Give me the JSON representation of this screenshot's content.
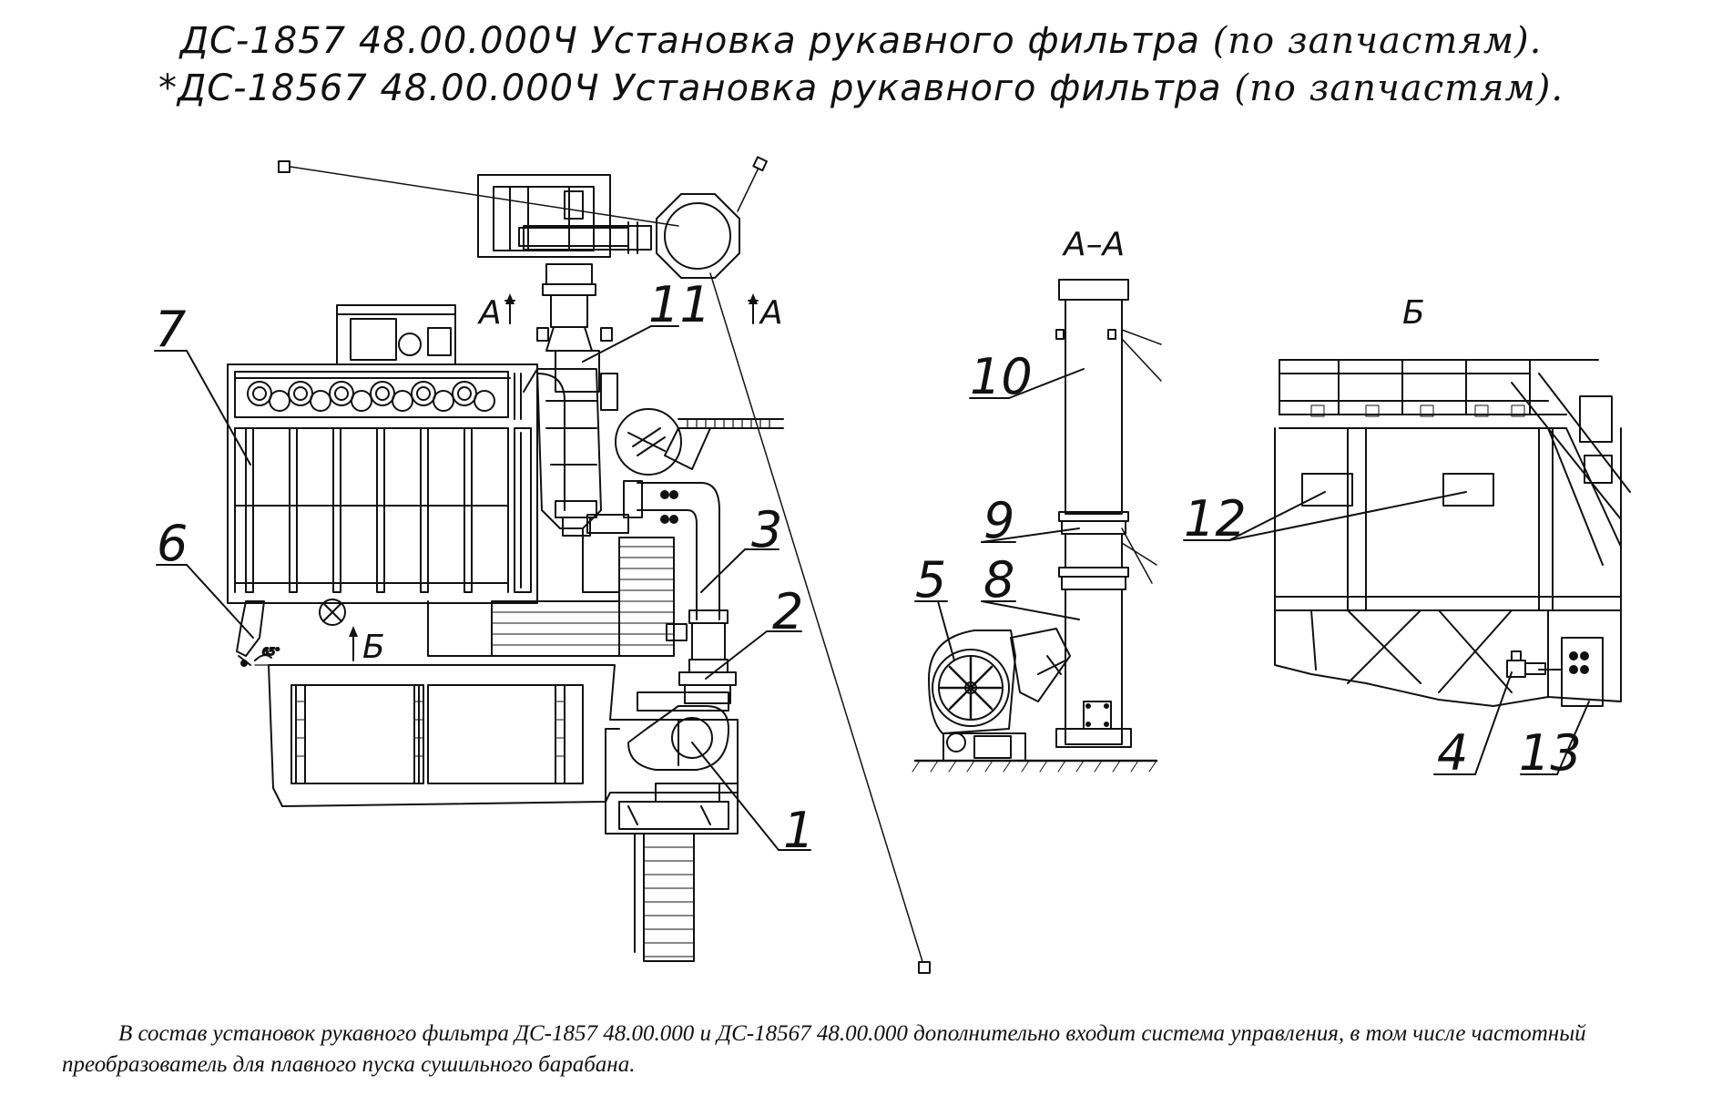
{
  "titles": {
    "line1_code": "ДС-1857 48.00.000Ч Установка рукавного фильтра",
    "line1_suffix": "(по запчастям).",
    "line2_code": "*ДС-18567 48.00.000Ч Установка рукавного фильтра",
    "line2_suffix": "(по запчастям)."
  },
  "views": {
    "section_a_label": "А–А",
    "view_b_label": "Б",
    "arrow_a_left": "А",
    "arrow_a_right": "А",
    "arrow_b": "Б",
    "angle_label": "65°"
  },
  "callouts": {
    "c1": "1",
    "c2": "2",
    "c3": "3",
    "c4": "4",
    "c5": "5",
    "c6": "6",
    "c7": "7",
    "c8": "8",
    "c9": "9",
    "c10": "10",
    "c11": "11",
    "c12": "12",
    "c13": "13"
  },
  "note": {
    "text": "В состав установок  рукавного фильтра ДС-1857 48.00.000 и ДС-18567 48.00.000 дополнительно  входит система управления, в том числе частотный преобразователь для плавного пуска сушильного барабана."
  }
}
